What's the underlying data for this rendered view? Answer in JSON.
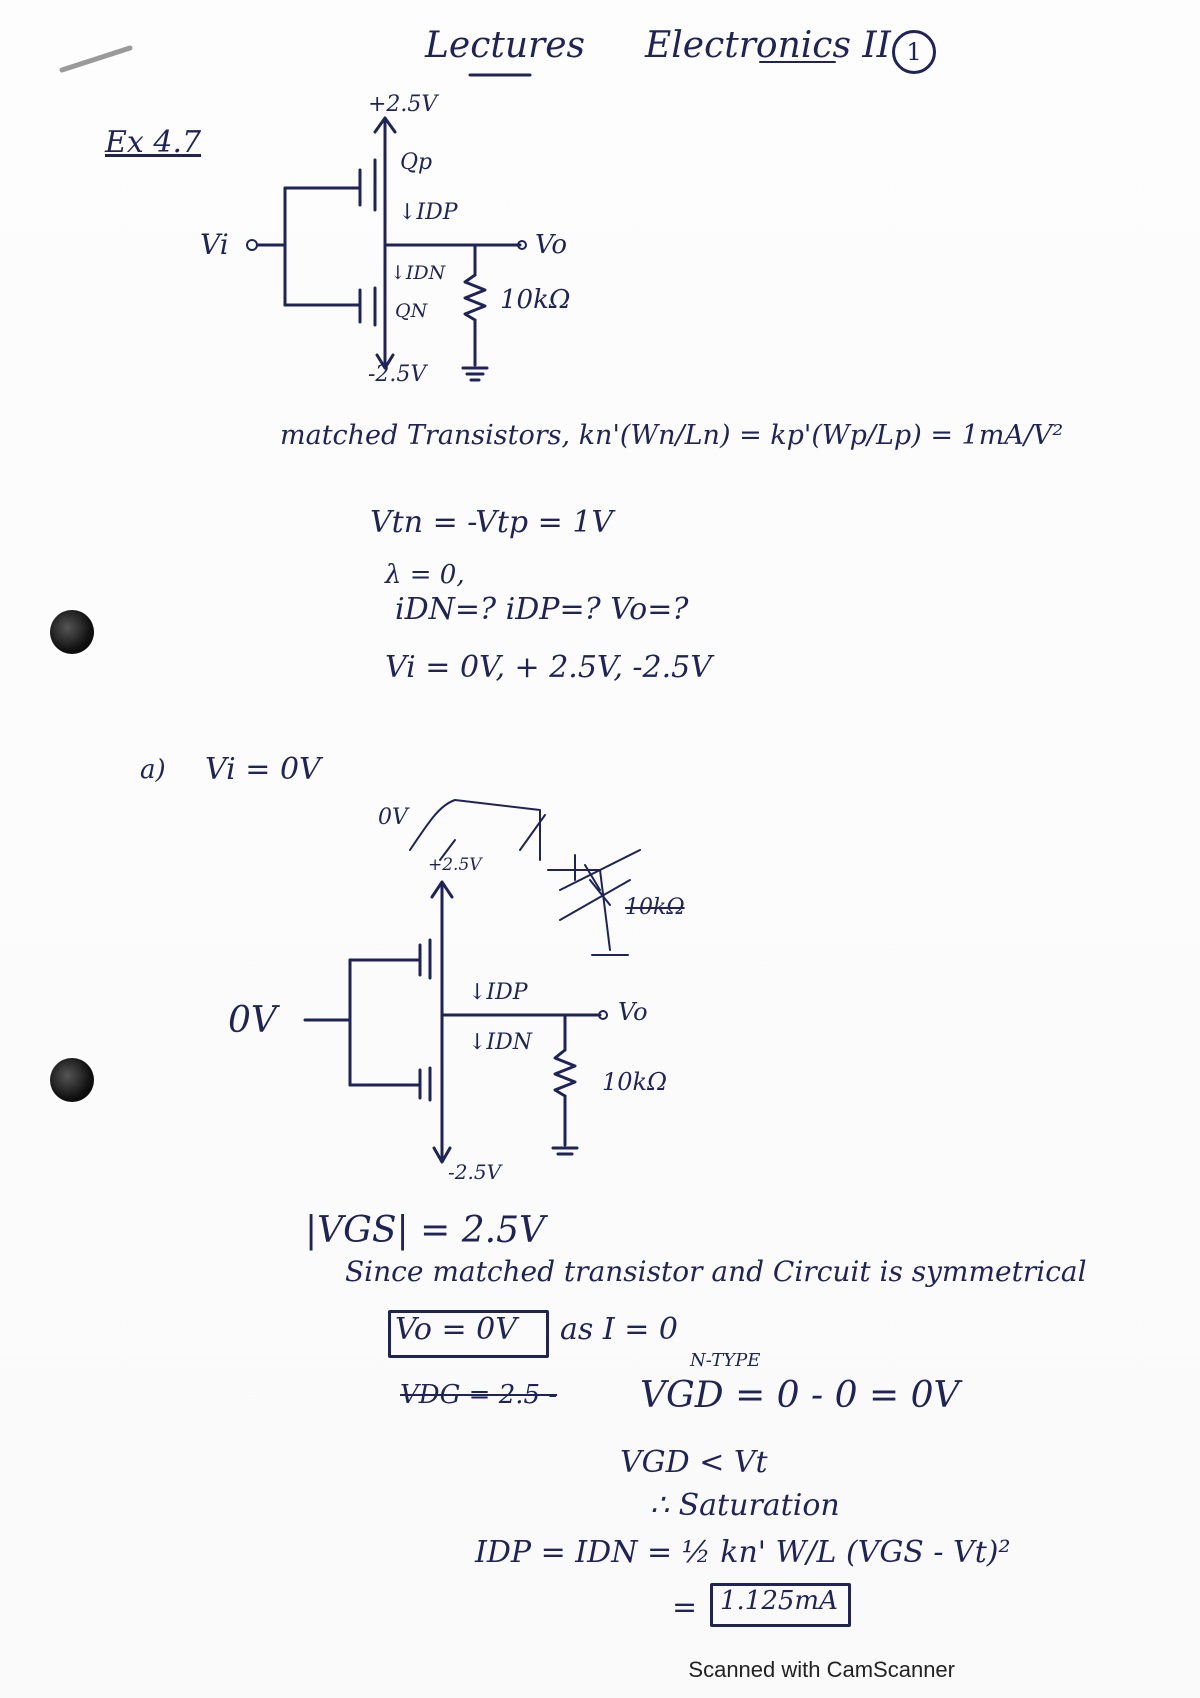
{
  "header": {
    "left_title": "Lectures",
    "right_title": "Electronics II",
    "page_number": "1"
  },
  "example_label": "Ex 4.7",
  "circuit1": {
    "supply_top": "+2.5V",
    "qp_label": "Qp",
    "idp_label": "↓IDP",
    "idn_label": "↓IDN",
    "qn_label": "QN",
    "vi_label": "Vi",
    "vo_label": "Vo",
    "r_label": "10kΩ",
    "supply_bottom": "-2.5V"
  },
  "given": {
    "line1": "matched Transistors,  kn'(Wn/Ln) = kp'(Wp/Lp) = 1mA/V²",
    "line2": "Vtn = -Vtp = 1V",
    "line3": "λ = 0,",
    "line4": "iDN=?   iDP=?   Vo=?",
    "line5": "Vi = 0V, + 2.5V, -2.5V"
  },
  "part_a": {
    "label": "a)",
    "condition": "Vi = 0V",
    "scratch_0v": "0V",
    "scratch_r": "10kΩ",
    "supply_top": "+2.5V",
    "input_label": "0V",
    "idp_label": "↓IDP",
    "idn_label": "↓IDN",
    "vo_label": "Vo",
    "r_label": "10kΩ",
    "supply_bottom": "-2.5V"
  },
  "solution": {
    "vgs": "|VGS| = 2.5V",
    "reason": "Since matched transistor and Circuit is symmetrical",
    "vo_boxed": "Vo = 0V",
    "as_i": "as I = 0",
    "ntype_note": "N-TYPE",
    "vdg_strike": "VDG = 2.5 -",
    "vgd": "VGD = 0 - 0 = 0V",
    "vgd_lt": "VGD < Vt",
    "saturation": "∴ Saturation",
    "iop_eq": "IDP = IDN = ½ kn' W/L (VGS - Vt)²",
    "equals": "=",
    "result_boxed": "1.125mA"
  },
  "footer": "Scanned with CamScanner"
}
